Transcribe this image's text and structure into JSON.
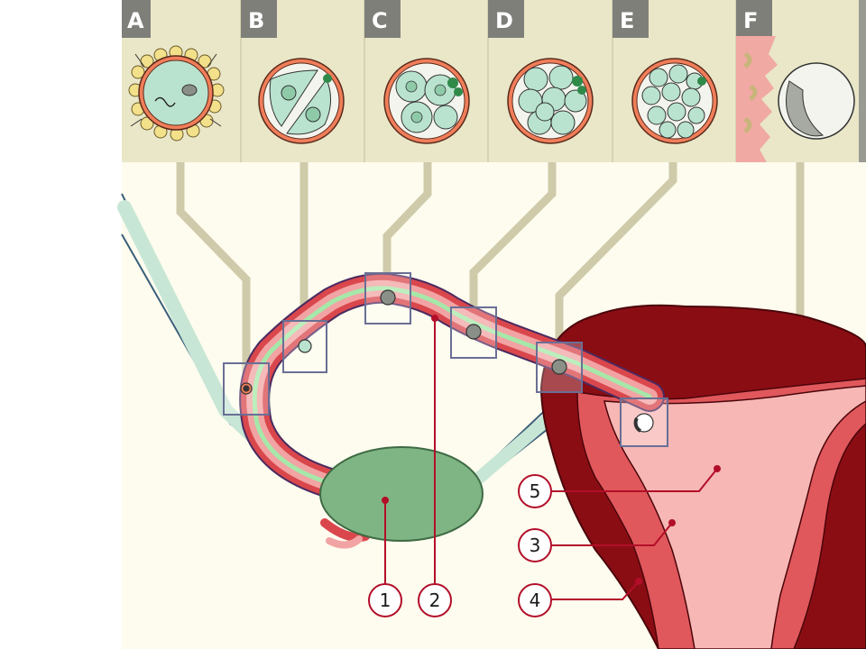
{
  "panels": [
    {
      "letter": "A"
    },
    {
      "letter": "B"
    },
    {
      "letter": "C"
    },
    {
      "letter": "D"
    },
    {
      "letter": "E"
    },
    {
      "letter": "F"
    }
  ],
  "labels": [
    "1",
    "2",
    "5",
    "3",
    "4"
  ],
  "colors": {
    "background": "#fdfcee",
    "panel_background": "#e9e7c8",
    "connector": "#cfcbaa",
    "ovary": "#7fb584",
    "uterus_wall": "#8b0d14",
    "uterus_cavity": "#f6b7b5",
    "tube_outer": "#d9474c",
    "leader_line": "#b30e29"
  }
}
